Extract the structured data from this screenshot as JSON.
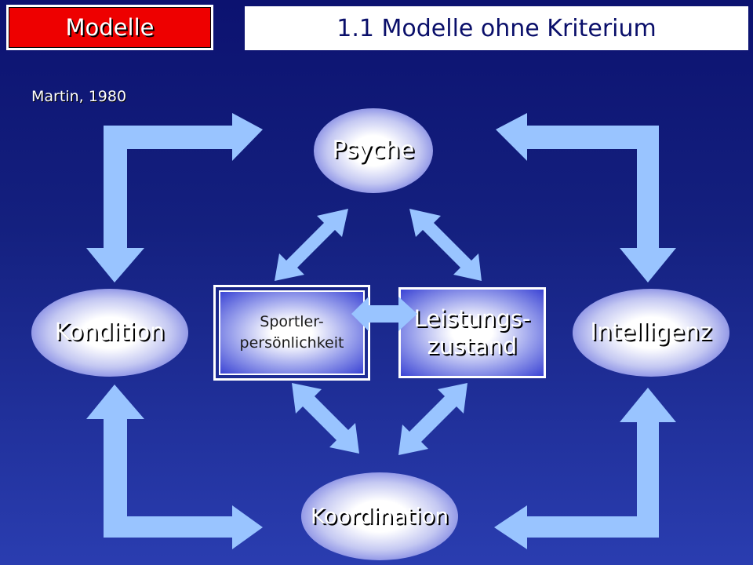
{
  "header": {
    "section_tag": "Modelle",
    "title": "1.1 Modelle ohne Kriterium"
  },
  "author": "Martin, 1980",
  "nodes": {
    "psyche": "Psyche",
    "kondition": "Kondition",
    "intelligenz": "Intelligenz",
    "koordination": "Koordination",
    "sportler_line1": "Sportler-",
    "sportler_line2": "persönlichkeit",
    "leistung_line1": "Leistungs-",
    "leistung_line2": "zustand"
  },
  "colors": {
    "background": "#14207f",
    "tag_red": "#ee0000",
    "arrow": "#99c4ff"
  }
}
